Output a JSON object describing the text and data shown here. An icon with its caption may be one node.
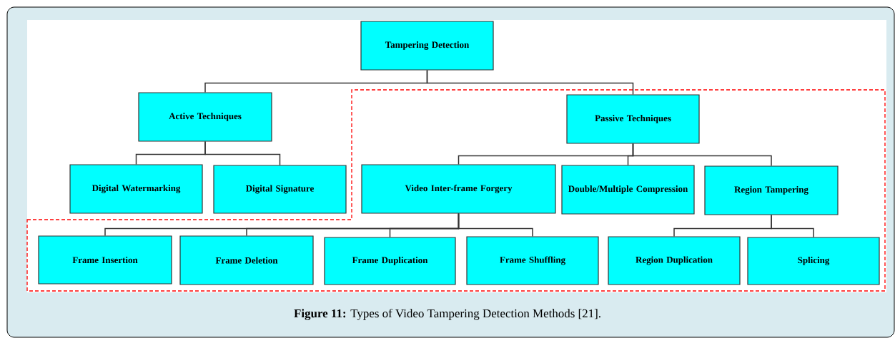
{
  "diagram": {
    "caption": "**Figure 11:** Types of Video Tampering Detection Methods [21].",
    "nodes": [
      {
        "text": [
          "Tampering Detection"
        ]
      },
      {
        "text": [
          "Active Techniques"
        ]
      },
      {
        "text": [
          "Passive Techniques"
        ]
      },
      {
        "text": [
          "Digital Watermarking"
        ]
      },
      {
        "text": [
          "Digital Signature"
        ]
      },
      {
        "text": [
          "Video Inter-frame Forgery"
        ]
      },
      {
        "text": [
          "Double/Multiple Compression"
        ]
      },
      {
        "text": [
          "Region Tampering"
        ]
      },
      {
        "text": [
          "Frame Insertion"
        ]
      },
      {
        "text": [
          "Frame Deletion"
        ]
      },
      {
        "text": [
          "Frame Duplication"
        ]
      },
      {
        "text": [
          "Frame Shuffling"
        ]
      },
      {
        "text": [
          "Region Duplication"
        ]
      },
      {
        "text": [
          "Splicing"
        ]
      }
    ],
    "edges": [
      {
        "from": 0,
        "to": 1,
        "arrow": "none"
      },
      {
        "from": 0,
        "to": 2,
        "arrow": "none"
      },
      {
        "from": 1,
        "to": 3,
        "arrow": "none"
      },
      {
        "from": 1,
        "to": 4,
        "arrow": "none"
      },
      {
        "from": 2,
        "to": 5,
        "arrow": "none"
      },
      {
        "from": 2,
        "to": 6,
        "arrow": "none"
      },
      {
        "from": 2,
        "to": 7,
        "arrow": "none"
      },
      {
        "from": 5,
        "to": 8,
        "arrow": "none"
      },
      {
        "from": 5,
        "to": 9,
        "arrow": "none"
      },
      {
        "from": 5,
        "to": 10,
        "arrow": "none"
      },
      {
        "from": 5,
        "to": 11,
        "arrow": "none"
      },
      {
        "from": 7,
        "to": 12,
        "arrow": "none"
      },
      {
        "from": 7,
        "to": 13,
        "arrow": "none"
      }
    ]
  }
}
